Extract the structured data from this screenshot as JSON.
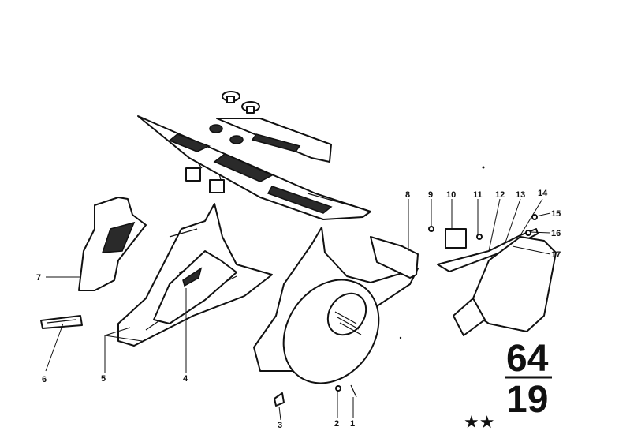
{
  "diagram": {
    "callouts": [
      "1",
      "2",
      "3",
      "4",
      "5",
      "6",
      "7",
      "8",
      "9",
      "10",
      "11",
      "12",
      "13",
      "14",
      "15",
      "16",
      "17"
    ],
    "group_number": "64",
    "subgroup_number": "19",
    "rating_mark": "★★"
  }
}
